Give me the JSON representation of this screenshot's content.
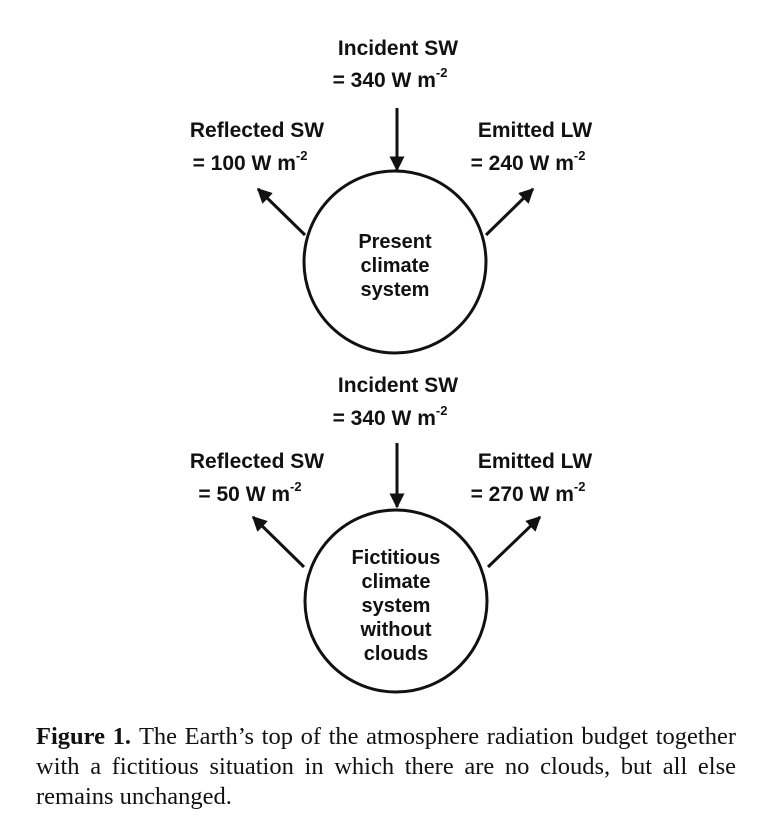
{
  "panels": [
    {
      "incident": {
        "title": "Incident SW",
        "value": "= 340 W m",
        "exp": "-2"
      },
      "reflected": {
        "title": "Reflected SW",
        "value": "= 100 W m",
        "exp": "-2"
      },
      "emitted": {
        "title": "Emitted LW",
        "value": "= 240 W m",
        "exp": "-2"
      },
      "circle_lines": [
        "Present",
        "climate",
        "system"
      ]
    },
    {
      "incident": {
        "title": "Incident SW",
        "value": "= 340 W m",
        "exp": "-2"
      },
      "reflected": {
        "title": "Reflected SW",
        "value": "= 50 W m",
        "exp": "-2"
      },
      "emitted": {
        "title": "Emitted LW",
        "value": "= 270 W m",
        "exp": "-2"
      },
      "circle_lines": [
        "Fictitious",
        "climate",
        "system",
        "without",
        "clouds"
      ]
    }
  ],
  "caption": {
    "label": "Figure 1.",
    "text": "The Earth’s top of the atmosphere radiation budget together with a fictitious situation in which there are no clouds, but all else remains unchanged."
  }
}
